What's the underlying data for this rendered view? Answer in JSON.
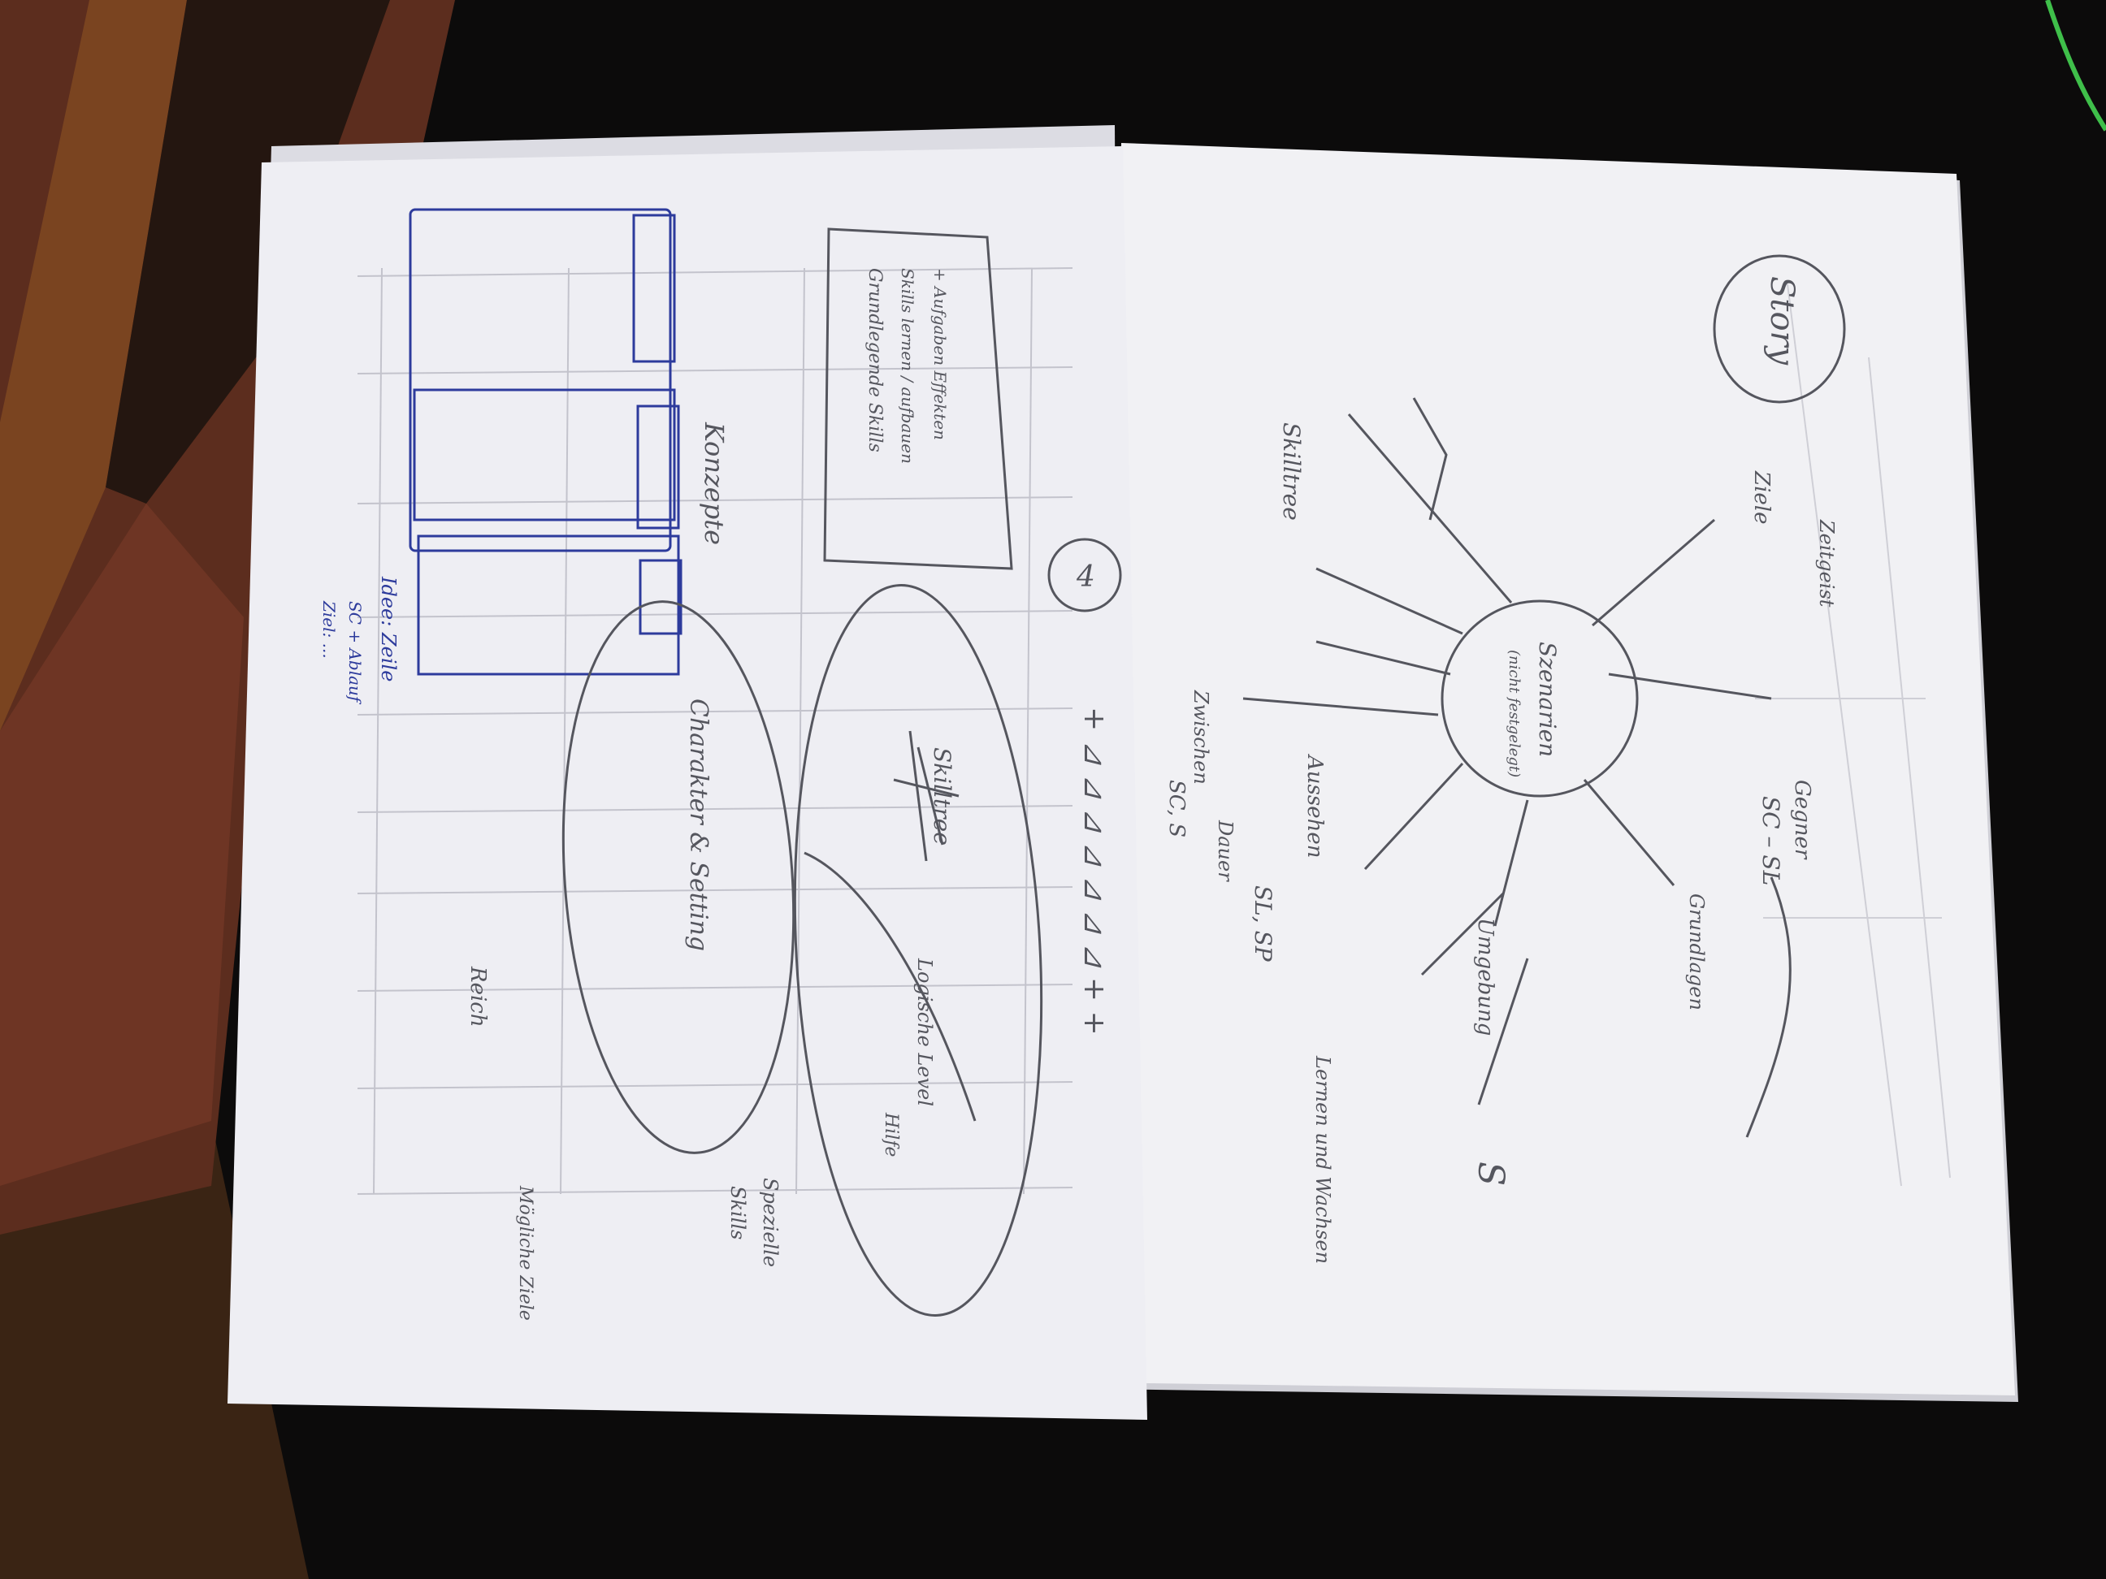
{
  "scene": {
    "description_free": true
  },
  "colors": {
    "table_dark": "#0c0b0b",
    "wood": "#6b3a1c",
    "tile": "#7a3d28",
    "paper": "#f1f1f4",
    "paper_shadow": "#cfcfd6",
    "pencil": "#55565e",
    "blue_ink": "#2d3b9c",
    "cable_green": "#3fbf4a"
  },
  "left_sheet": {
    "circled_number": "4",
    "header_label": "Konzepte",
    "box_heading": "Grundlegende Skills",
    "box_line2": "Skills lernen / aufbauen",
    "box_line3": "+ Aufgaben Effekten",
    "blue_note_1": "Idee: Zeile",
    "blue_note_2": "SC + Ablauf",
    "blue_note_3": "Ziel: ...",
    "oval_label": "Charakter & Setting",
    "crossed_word": "Skilltree",
    "right_words_1": "Logische Level",
    "right_words_2": "Hilfe",
    "bottom_word_1": "Spezielle",
    "bottom_word_2": "Skills",
    "lower_notes_1": "Reich",
    "lower_notes_2": "Mögliche Ziele",
    "arrow_sequence": "+ ⊿ ⊿ ⊿ ⊿ ⊿ ⊿ ⊿ + +"
  },
  "right_sheet": {
    "circle_label": "Story",
    "center_label": "Szenarien",
    "center_sub": "(nicht festgelegt)",
    "spokes": [
      "Skilltree",
      "Ziele",
      "Zeitgeist",
      "Gegner",
      "SC – SL",
      "Grundlagen",
      "Umgebung",
      "Aussehen",
      "Zwischen",
      "SL, SP",
      "Dauer",
      "Lernen und Wachsen",
      "SC, S"
    ],
    "bottom_s": "S"
  }
}
